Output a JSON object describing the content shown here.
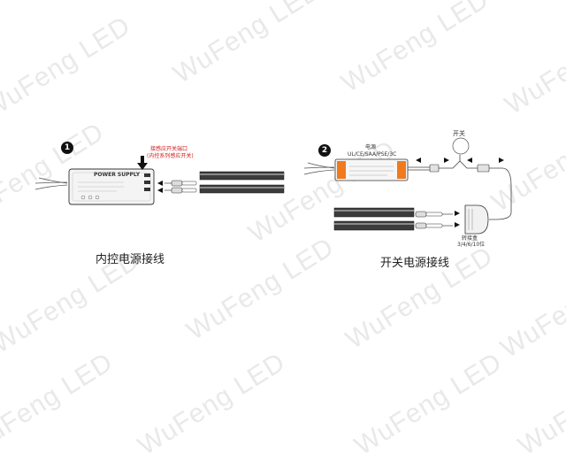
{
  "watermark": {
    "text": "WuFeng LED"
  },
  "panel_1": {
    "step": "1",
    "caption": "内控电源接线",
    "driver_label": "POWER SUPPLY",
    "sensor_note_line1": "接感应开关端口",
    "sensor_note_line2": "(内控系列感应开关)"
  },
  "panel_2": {
    "step": "2",
    "caption": "开关电源接线",
    "driver_title": "电源",
    "driver_cert": "UL/CE/SAA/PSE/3C",
    "switch_label": "开关",
    "hub_label_line1": "转接盒",
    "hub_label_line2": "3/4/6/10位"
  },
  "colors": {
    "accent_orange": "#f07a1e",
    "note_red": "#d11a1a"
  }
}
